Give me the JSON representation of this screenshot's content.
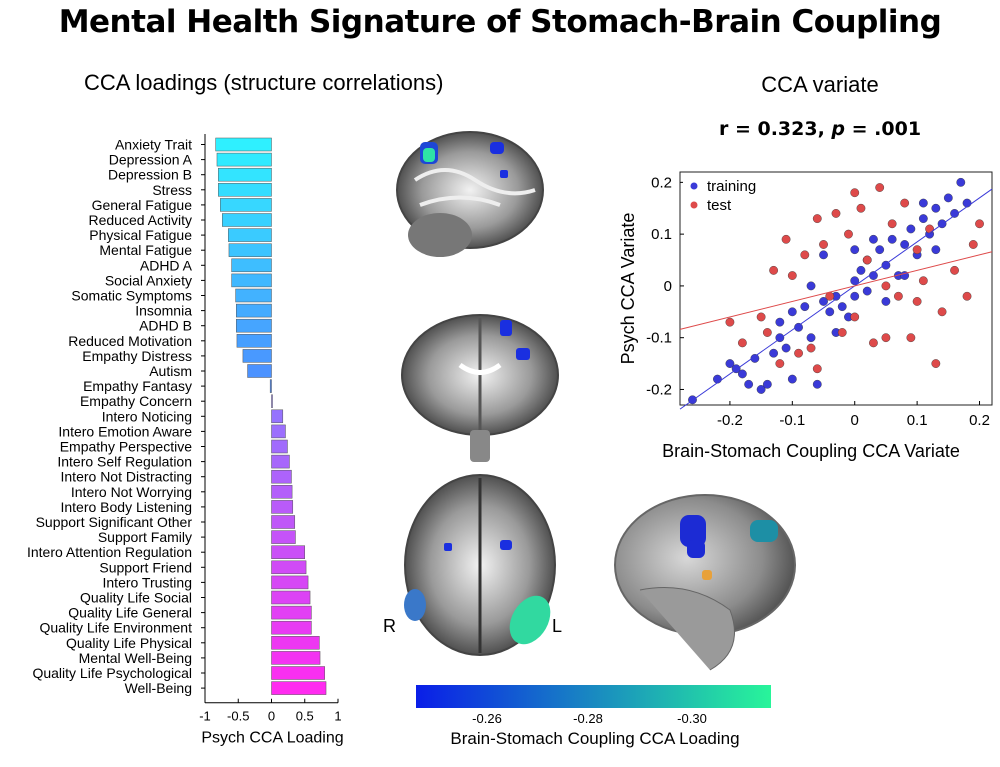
{
  "title": "Mental Health Signature of Stomach-Brain Coupling",
  "left_panel": {
    "subtitle": "CCA loadings (structure correlations)"
  },
  "right_panel": {
    "subtitle": "CCA variate",
    "stat_text": "r = 0.323, ",
    "stat_p": "p",
    "stat_rest": " = .001"
  },
  "brain": {
    "label_right": "R",
    "label_left": "L"
  },
  "colorbar": {
    "label": "Brain-Stomach Coupling CCA Loading",
    "ticks": [
      "-0.26",
      "-0.28",
      "-0.30"
    ],
    "colors": {
      "start": "#0a1ee8",
      "end": "#28f59a"
    }
  },
  "chart_data": [
    {
      "type": "bar",
      "orientation": "horizontal",
      "xlabel": "Psych CCA Loading",
      "xlim": [
        -1,
        1
      ],
      "xticks": [
        "-1",
        "-0.5",
        "0",
        "0.5",
        "1"
      ],
      "colors": {
        "negative": "#2fe6f4",
        "positive": "#ff2bf0"
      },
      "categories": [
        "Anxiety Trait",
        "Depression A",
        "Depression B",
        "Stress",
        "General Fatigue",
        "Reduced Activity",
        "Physical Fatigue",
        "Mental Fatigue",
        "ADHD A",
        "Social Anxiety",
        "Somatic Symptoms",
        "Insomnia",
        "ADHD B",
        "Reduced Motivation",
        "Empathy Distress",
        "Autism",
        "Empathy Fantasy",
        "Empathy Concern",
        "Intero Noticing",
        "Intero Emotion Aware",
        "Empathy Perspective",
        "Intero Self Regulation",
        "Intero Not Distracting",
        "Intero Not Worrying",
        "Intero Body Listening",
        "Support Significant Other",
        "Support Family",
        "Intero Attention Regulation",
        "Support Friend",
        "Intero Trusting",
        "Quality Life Social",
        "Quality Life General",
        "Quality Life Environment",
        "Quality Life Physical",
        "Mental Well-Being",
        "Quality Life Psychological",
        "Well-Being"
      ],
      "values": [
        -0.84,
        -0.82,
        -0.8,
        -0.8,
        -0.77,
        -0.74,
        -0.65,
        -0.64,
        -0.6,
        -0.6,
        -0.54,
        -0.53,
        -0.53,
        -0.52,
        -0.43,
        -0.36,
        -0.02,
        0.0,
        0.17,
        0.21,
        0.24,
        0.27,
        0.3,
        0.31,
        0.32,
        0.35,
        0.36,
        0.5,
        0.52,
        0.55,
        0.58,
        0.6,
        0.6,
        0.72,
        0.73,
        0.8,
        0.82
      ]
    },
    {
      "type": "scatter",
      "xlabel": "Brain-Stomach Coupling CCA Variate",
      "ylabel": "Psych CCA Variate",
      "xlim": [
        -0.28,
        0.22
      ],
      "ylim": [
        -0.23,
        0.22
      ],
      "xticks": [
        "-0.2",
        "-0.1",
        "0",
        "0.1",
        "0.2"
      ],
      "yticks": [
        "0.2",
        "0.1",
        "0",
        "-0.1",
        "-0.2"
      ],
      "legend": "top-left",
      "series": [
        {
          "name": "training",
          "color": "#3a3ad8",
          "fit_slope": 0.85,
          "fit_intercept": 0.0,
          "points": [
            [
              -0.26,
              -0.22
            ],
            [
              -0.22,
              -0.18
            ],
            [
              -0.2,
              -0.15
            ],
            [
              -0.19,
              -0.16
            ],
            [
              -0.18,
              -0.17
            ],
            [
              -0.17,
              -0.19
            ],
            [
              -0.16,
              -0.14
            ],
            [
              -0.15,
              -0.2
            ],
            [
              -0.14,
              -0.19
            ],
            [
              -0.13,
              -0.13
            ],
            [
              -0.12,
              -0.07
            ],
            [
              -0.12,
              -0.1
            ],
            [
              -0.11,
              -0.12
            ],
            [
              -0.1,
              -0.18
            ],
            [
              -0.1,
              -0.05
            ],
            [
              -0.09,
              -0.08
            ],
            [
              -0.08,
              -0.04
            ],
            [
              -0.07,
              -0.1
            ],
            [
              -0.06,
              -0.19
            ],
            [
              -0.05,
              -0.03
            ],
            [
              -0.04,
              -0.05
            ],
            [
              -0.03,
              -0.02
            ],
            [
              -0.02,
              -0.04
            ],
            [
              -0.01,
              -0.06
            ],
            [
              0.0,
              0.01
            ],
            [
              0.0,
              -0.02
            ],
            [
              0.01,
              0.03
            ],
            [
              0.02,
              -0.01
            ],
            [
              0.02,
              0.05
            ],
            [
              0.03,
              0.02
            ],
            [
              0.04,
              0.07
            ],
            [
              0.05,
              0.04
            ],
            [
              0.06,
              0.09
            ],
            [
              0.07,
              0.02
            ],
            [
              0.08,
              0.08
            ],
            [
              0.09,
              0.11
            ],
            [
              0.1,
              0.06
            ],
            [
              0.11,
              0.13
            ],
            [
              0.12,
              0.1
            ],
            [
              0.13,
              0.15
            ],
            [
              0.14,
              0.12
            ],
            [
              0.15,
              0.17
            ],
            [
              0.16,
              0.14
            ],
            [
              0.17,
              0.2
            ],
            [
              0.18,
              0.16
            ],
            [
              -0.05,
              0.06
            ],
            [
              -0.03,
              -0.09
            ],
            [
              0.0,
              0.07
            ],
            [
              0.05,
              -0.03
            ],
            [
              0.08,
              0.02
            ],
            [
              0.11,
              0.16
            ],
            [
              -0.07,
              0.0
            ],
            [
              0.03,
              0.09
            ],
            [
              0.13,
              0.07
            ]
          ]
        },
        {
          "name": "test",
          "color": "#de4a4a",
          "fit_slope": 0.3,
          "fit_intercept": 0.0,
          "points": [
            [
              -0.2,
              -0.07
            ],
            [
              -0.18,
              -0.11
            ],
            [
              -0.15,
              -0.06
            ],
            [
              -0.13,
              0.03
            ],
            [
              -0.12,
              -0.15
            ],
            [
              -0.11,
              0.09
            ],
            [
              -0.1,
              0.02
            ],
            [
              -0.09,
              -0.13
            ],
            [
              -0.08,
              0.06
            ],
            [
              -0.07,
              -0.12
            ],
            [
              -0.06,
              0.13
            ],
            [
              -0.05,
              0.08
            ],
            [
              -0.04,
              -0.02
            ],
            [
              -0.03,
              0.14
            ],
            [
              -0.02,
              -0.09
            ],
            [
              -0.01,
              0.1
            ],
            [
              0.0,
              -0.06
            ],
            [
              0.01,
              0.15
            ],
            [
              0.02,
              0.05
            ],
            [
              0.03,
              -0.11
            ],
            [
              0.04,
              0.19
            ],
            [
              0.05,
              0.0
            ],
            [
              0.06,
              0.12
            ],
            [
              0.07,
              -0.02
            ],
            [
              0.08,
              0.16
            ],
            [
              0.09,
              -0.1
            ],
            [
              0.1,
              0.07
            ],
            [
              0.11,
              0.01
            ],
            [
              0.12,
              0.11
            ],
            [
              0.14,
              -0.05
            ],
            [
              0.16,
              0.03
            ],
            [
              0.18,
              -0.02
            ],
            [
              0.19,
              0.08
            ],
            [
              -0.14,
              -0.09
            ],
            [
              0.0,
              0.18
            ],
            [
              0.05,
              -0.1
            ],
            [
              0.13,
              -0.15
            ],
            [
              -0.06,
              -0.16
            ],
            [
              0.1,
              -0.03
            ],
            [
              0.2,
              0.12
            ]
          ]
        }
      ]
    }
  ]
}
